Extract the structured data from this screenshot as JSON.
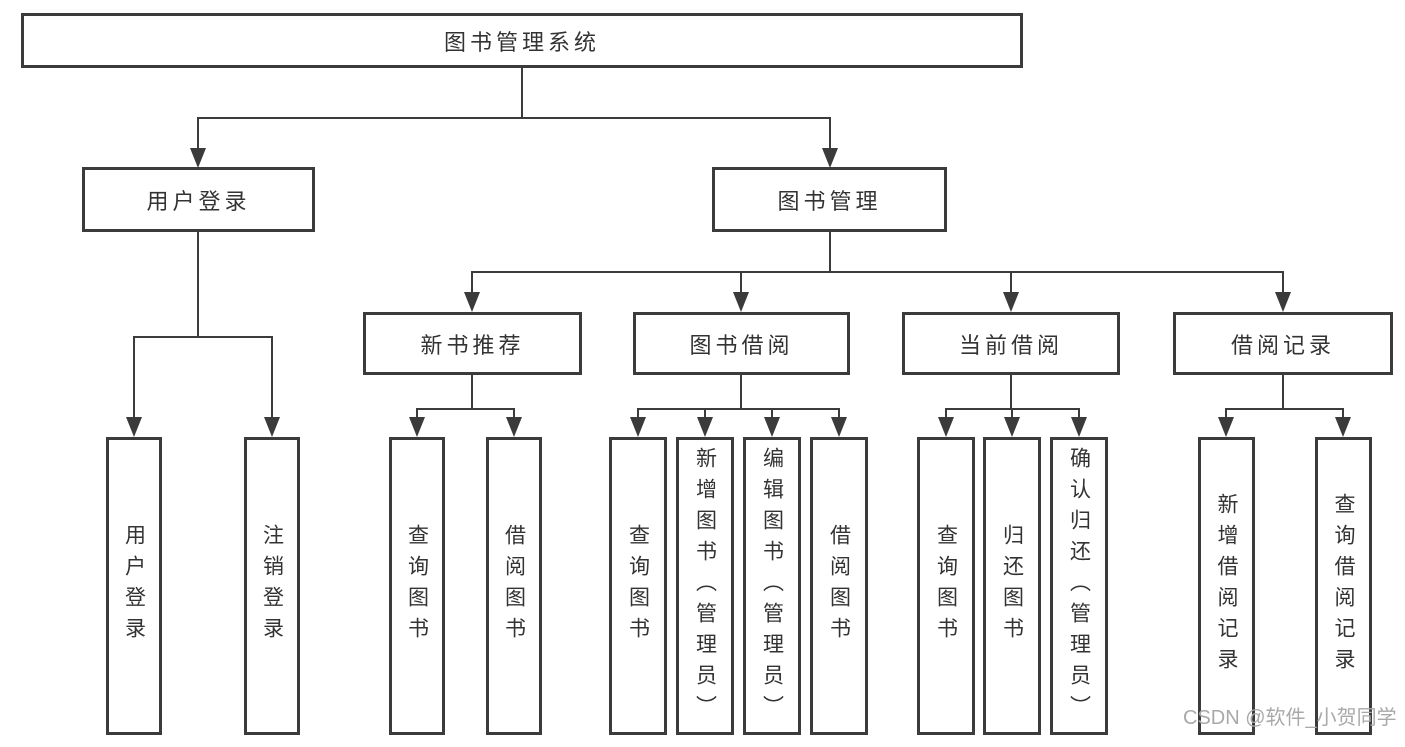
{
  "tree": {
    "root": {
      "label": "图书管理系统"
    },
    "branches": [
      {
        "label": "用户登录",
        "children": [
          {
            "label": "用户登录"
          },
          {
            "label": "注销登录"
          }
        ]
      },
      {
        "label": "图书管理",
        "groups": [
          {
            "label": "新书推荐",
            "children": [
              {
                "label": "查询图书"
              },
              {
                "label": "借阅图书"
              }
            ]
          },
          {
            "label": "图书借阅",
            "children": [
              {
                "label": "查询图书"
              },
              {
                "label": "新增图书（管理员）"
              },
              {
                "label": "编辑图书（管理员）"
              },
              {
                "label": "借阅图书"
              }
            ]
          },
          {
            "label": "当前借阅",
            "children": [
              {
                "label": "查询图书"
              },
              {
                "label": "归还图书"
              },
              {
                "label": "确认归还（管理员）"
              }
            ]
          },
          {
            "label": "借阅记录",
            "children": [
              {
                "label": "新增借阅记录"
              },
              {
                "label": "查询借阅记录"
              }
            ]
          }
        ]
      }
    ]
  },
  "watermark": {
    "text": "CSDN @软件_小贺同学"
  },
  "colors": {
    "line": "#3b3b3b",
    "text": "#333333",
    "watermark": "#a9a9a9",
    "background": "#ffffff"
  }
}
